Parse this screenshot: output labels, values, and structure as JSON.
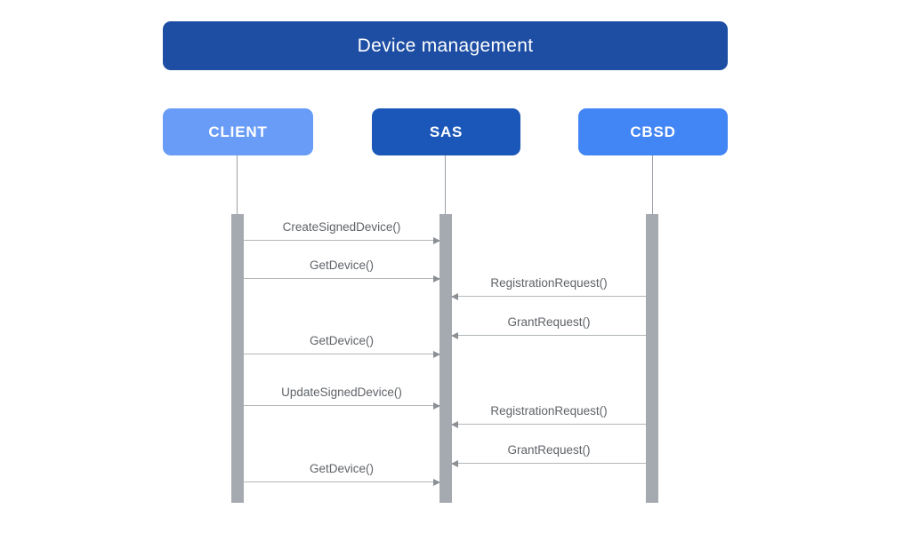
{
  "diagram": {
    "type": "sequence-diagram",
    "title": "Device management"
  },
  "actors": [
    {
      "id": "client",
      "label": "CLIENT",
      "color": "#699cf6"
    },
    {
      "id": "sas",
      "label": "SAS",
      "color": "#1b57b8"
    },
    {
      "id": "cbsd",
      "label": "CBSD",
      "color": "#4285f4"
    }
  ],
  "messages": [
    {
      "label": "CreateSignedDevice()",
      "from": "CLIENT",
      "to": "SAS"
    },
    {
      "label": "GetDevice()",
      "from": "CLIENT",
      "to": "SAS"
    },
    {
      "label": "RegistrationRequest()",
      "from": "CBSD",
      "to": "SAS"
    },
    {
      "label": "GrantRequest()",
      "from": "CBSD",
      "to": "SAS"
    },
    {
      "label": "GetDevice()",
      "from": "CLIENT",
      "to": "SAS"
    },
    {
      "label": "UpdateSignedDevice()",
      "from": "CLIENT",
      "to": "SAS"
    },
    {
      "label": "RegistrationRequest()",
      "from": "CBSD",
      "to": "SAS"
    },
    {
      "label": "GrantRequest()",
      "from": "CBSD",
      "to": "SAS"
    },
    {
      "label": "GetDevice()",
      "from": "CLIENT",
      "to": "SAS"
    }
  ],
  "colors": {
    "title_bg": "#1d4ea3",
    "title_text": "#ffffff",
    "actor_text": "#ffffff",
    "lifeline": "#9aa0a6",
    "activation_bar": "#a5aab0",
    "arrow_line": "#b3b6ba",
    "arrow_head": "#8b9095",
    "message_text": "#5f6368",
    "background": "#ffffff"
  }
}
